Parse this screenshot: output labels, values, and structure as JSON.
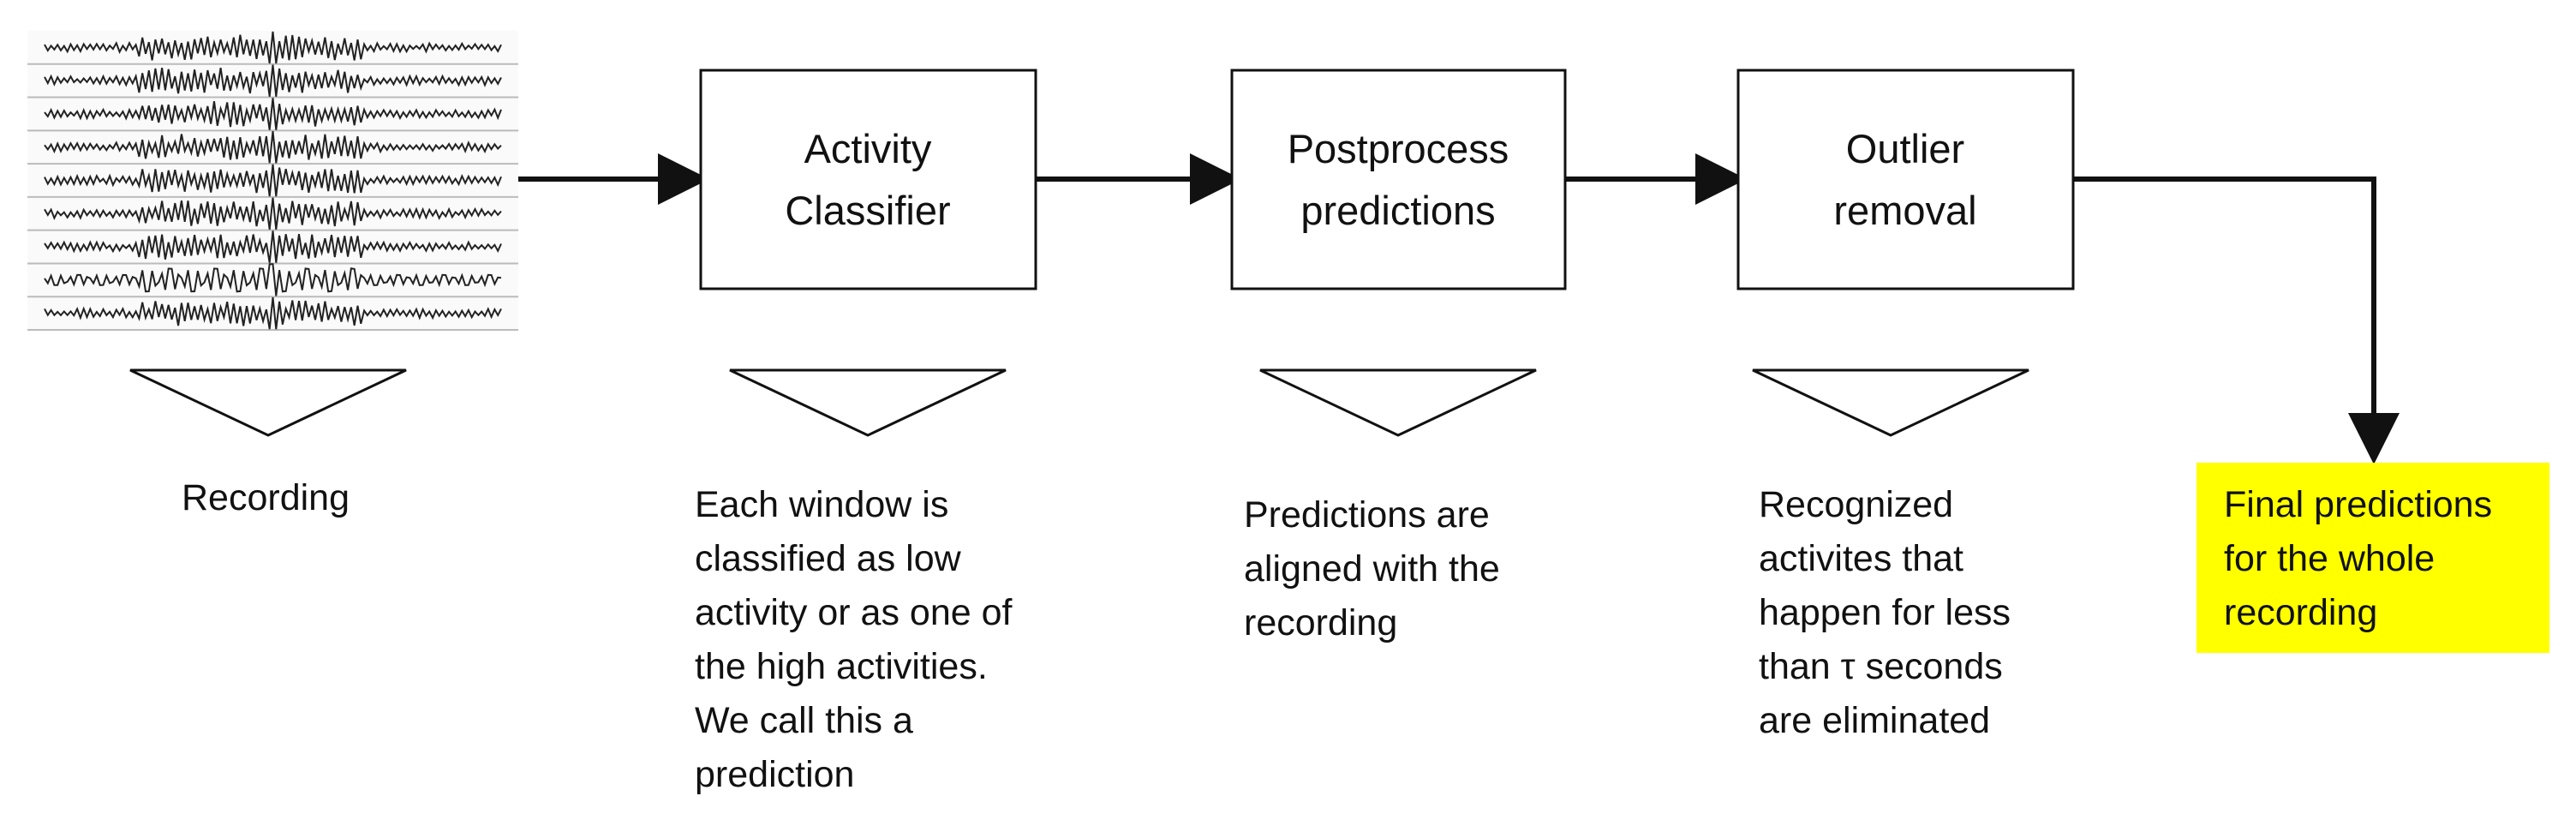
{
  "stages": [
    {
      "label_lines": [
        "Activity",
        "Classifier"
      ]
    },
    {
      "label_lines": [
        "Postprocess",
        "predictions"
      ]
    },
    {
      "label_lines": [
        "Outlier",
        "removal"
      ]
    }
  ],
  "recording": {
    "label": "Recording"
  },
  "descriptions": {
    "classifier": [
      "Each window is",
      "classified as low",
      "activity or as one of",
      "the high activities.",
      "We call this a",
      "prediction"
    ],
    "postprocess": [
      "Predictions are",
      "aligned with the",
      "recording"
    ],
    "outlier": [
      "Recognized",
      "activites that",
      "happen for less",
      "than τ seconds",
      "are eliminated"
    ]
  },
  "final": {
    "lines": [
      "Final predictions",
      "for the whole",
      "recording"
    ],
    "highlight_color": "#ffff00"
  }
}
